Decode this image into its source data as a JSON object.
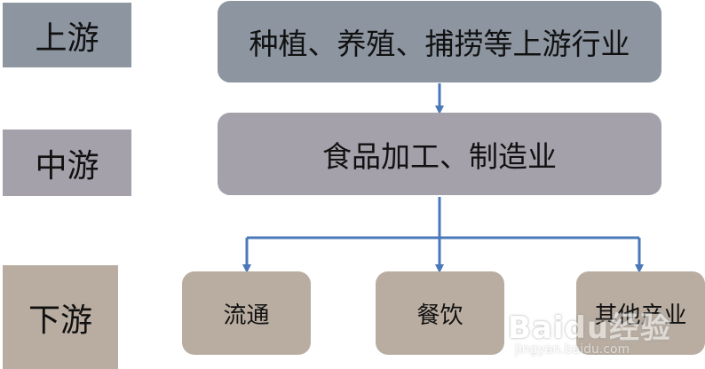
{
  "levels": {
    "upstream": "上游",
    "midstream": "中游",
    "downstream": "下游"
  },
  "nodes": {
    "upstream": "种植、养殖、捕捞等上游行业",
    "midstream": "食品加工、制造业",
    "circulation": "流通",
    "catering": "餐饮",
    "other": "其他产业"
  },
  "watermark": {
    "main": "Baidu经验",
    "sub": "jingyan.baidu.com"
  },
  "colors": {
    "upstream_fill": "#8d95a1",
    "midstream_fill": "#a5a1ab",
    "downstream_fill": "#b9ada1",
    "arrow": "#4a78b9"
  }
}
